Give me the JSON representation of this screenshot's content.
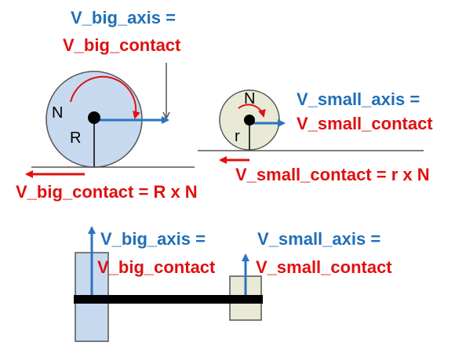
{
  "colors": {
    "blue_text": "#1f6fb8",
    "red_text": "#e01010",
    "arrow_blue": "#2a74c0",
    "arrow_red": "#e01010",
    "big_wheel_fill": "#c7d9ef",
    "small_wheel_fill": "#e8ead6",
    "shaft": "#000000",
    "outline": "#555555"
  },
  "top_left": {
    "label_axis": "V_big_axis =",
    "label_contact": "V_big_contact",
    "label_N": "N",
    "label_R": "R",
    "equation": "V_big_contact = R x N"
  },
  "top_right": {
    "label_axis": "V_small_axis =",
    "label_contact": "V_small_contact",
    "label_N": "N",
    "label_r": "r",
    "equation": "V_small_contact = r x N"
  },
  "bottom": {
    "big_axis": "V_big_axis =",
    "big_contact": "V_big_contact",
    "small_axis": "V_small_axis =",
    "small_contact": "V_small_contact"
  }
}
